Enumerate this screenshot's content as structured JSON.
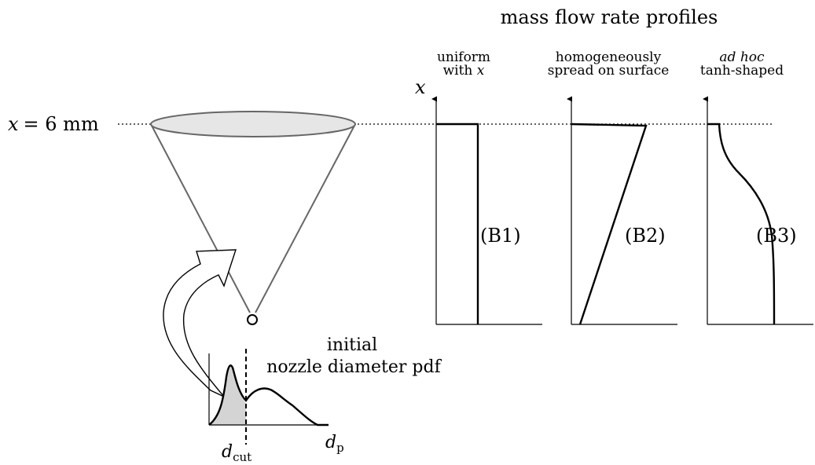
{
  "figure": {
    "title": "mass flow rate profiles",
    "height_label": {
      "lhs": "x",
      "rhs": "= 6 mm"
    },
    "axis_label": "x",
    "profiles": [
      {
        "id": "B1",
        "label": "(B1)",
        "header_line1": "uniform",
        "header_line2_prefix": "with ",
        "header_line2_var": "x"
      },
      {
        "id": "B2",
        "label": "(B2)",
        "header_line1": "homogeneously",
        "header_line2": "spread on surface"
      },
      {
        "id": "B3",
        "label": "(B3)",
        "header_line1": "ad hoc",
        "header_line2": "tanh-shaped"
      }
    ],
    "pdf": {
      "title_line1": "initial",
      "title_line2": "nozzle diameter pdf",
      "cut_symbol": "d",
      "cut_subscript": "cut",
      "x_symbol": "d",
      "x_subscript": "p"
    },
    "colors": {
      "cone_fill": "#e6e6e6",
      "cone_stroke": "#666666",
      "pdf_shade": "#d4d4d4",
      "ink": "#000000"
    }
  }
}
